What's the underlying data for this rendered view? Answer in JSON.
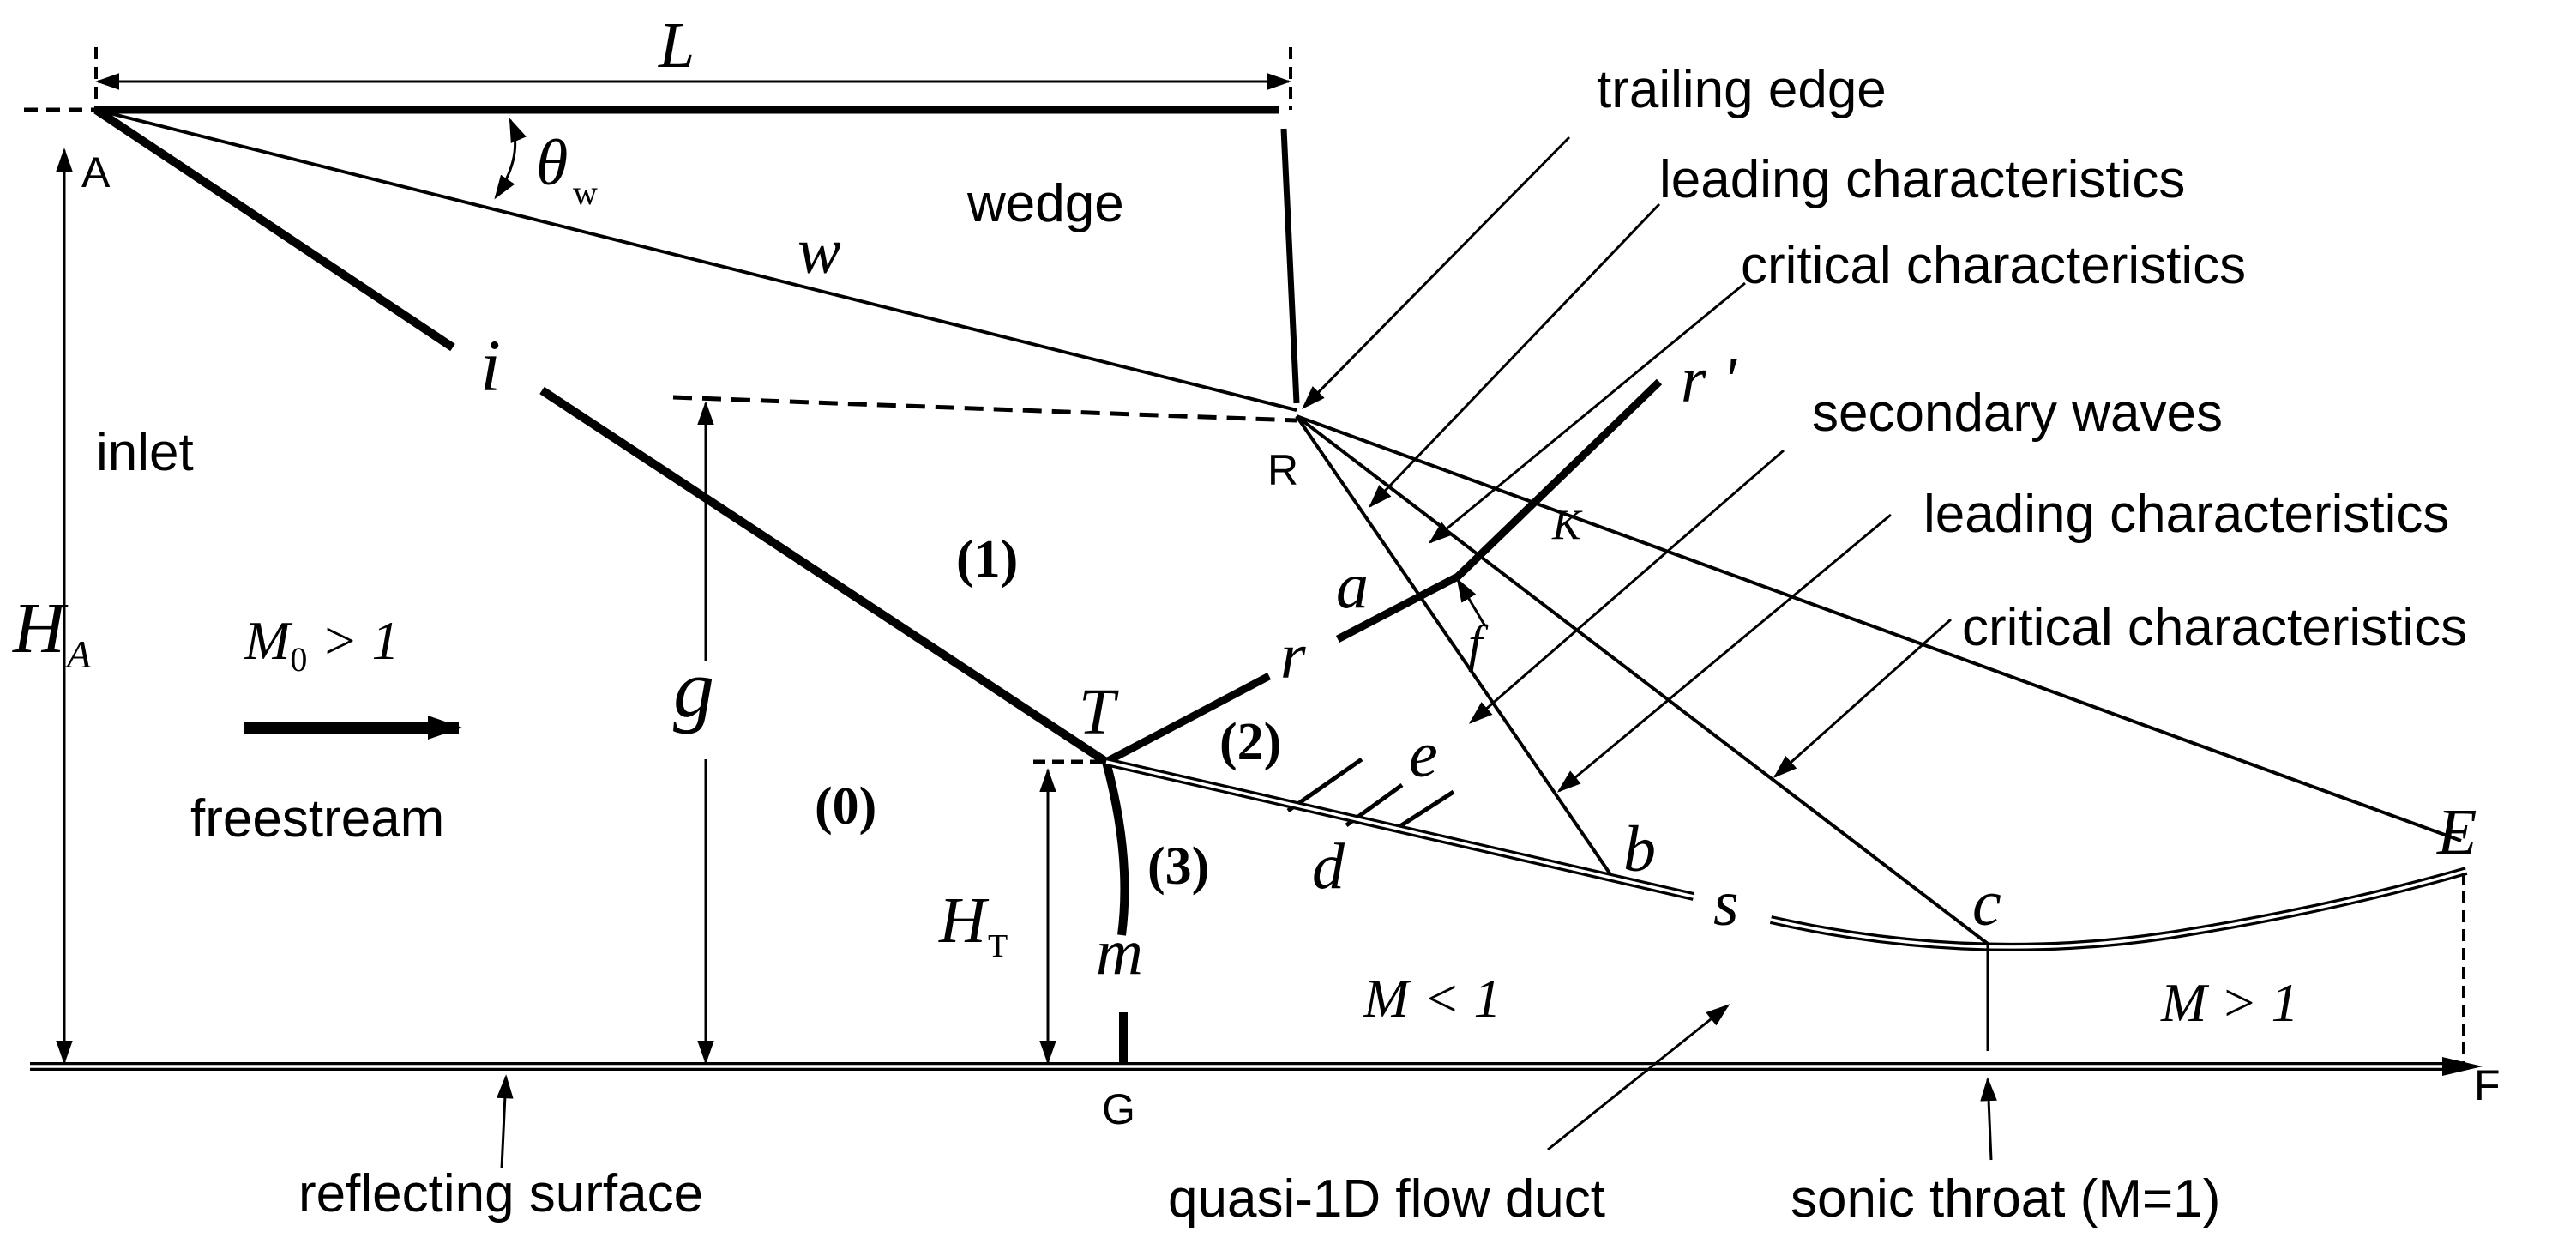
{
  "diagram": {
    "points": {
      "A": "A",
      "R": "R",
      "T": "T",
      "G": "G",
      "K": "K",
      "E": "E",
      "F": "F",
      "c": "c",
      "b": "b",
      "s": "s",
      "a": "a",
      "d": "d",
      "e": "e",
      "f": "f",
      "m": "m",
      "i": "i",
      "w": "w",
      "r": "r",
      "r_prime": "r '"
    },
    "dimensions": {
      "L": "L",
      "theta_w": "θ",
      "theta_w_sub": "w",
      "H_A": "H",
      "H_A_sub": "A",
      "g": "g",
      "H_T": "H",
      "H_T_sub": "T"
    },
    "regions": {
      "r0": "(0)",
      "r1": "(1)",
      "r2": "(2)",
      "r3": "(3)"
    },
    "labels": {
      "wedge": "wedge",
      "inlet": "inlet",
      "freestream": "freestream",
      "mach_in_M": "M",
      "mach_in_sub": "0",
      "mach_in_rel": " > 1",
      "mach_sub": "M < 1",
      "mach_sup": "M > 1",
      "trailing_edge": "trailing edge",
      "leading_characteristics_1": "leading characteristics",
      "critical_characteristics_1": "critical characteristics",
      "secondary_waves": "secondary waves",
      "leading_characteristics_2": "leading characteristics",
      "critical_characteristics_2": "critical characteristics",
      "reflecting_surface": "reflecting surface",
      "duct": "quasi-1D flow duct",
      "sonic_throat": "sonic throat (M=1)"
    }
  }
}
